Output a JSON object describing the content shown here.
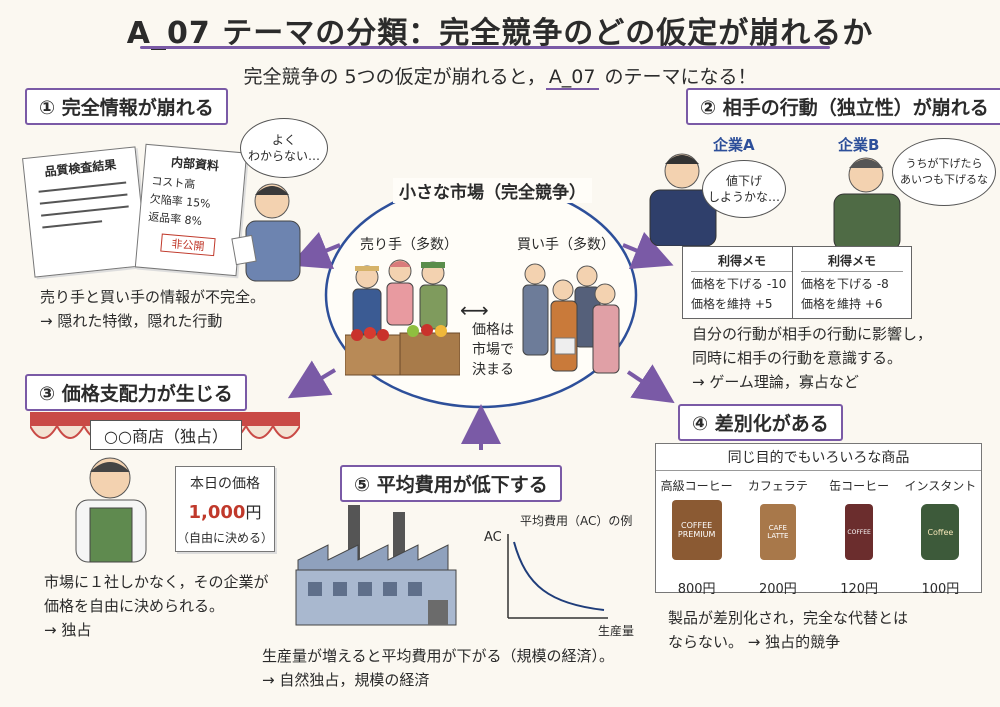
{
  "title": "A_07 テーマの分類：完全競争のどの仮定が崩れるか",
  "subtitle_pre": "完全競争の 5つの仮定が崩れると，",
  "subtitle_code": "A_07",
  "subtitle_post": " のテーマになる！",
  "center": {
    "title": "小さな市場（完全競争）",
    "sellers": "売り手（多数）",
    "buyers": "買い手（多数）",
    "arrow": "⟷",
    "note_lines": [
      "価格は",
      "市場で",
      "決まる"
    ]
  },
  "s1": {
    "title": "① 完全情報が崩れる",
    "doc1_title": "品質検査結果",
    "doc2_title": "内部資料",
    "doc2_lines": [
      "コスト高",
      "欠陥率 15%",
      "返品率 8%"
    ],
    "stamp": "非公開",
    "bubble": [
      "よく",
      "わからない…"
    ],
    "cap": [
      "売り手と買い手の情報が不完全。",
      "→ 隠れた特徴，隠れた行動"
    ]
  },
  "s2": {
    "title": "② 相手の行動（独立性）が崩れる",
    "firm_a": "企業A",
    "firm_b": "企業B",
    "bubble_a": [
      "値下げ",
      "しようかな…"
    ],
    "bubble_b": [
      "うちが下げたら",
      "あいつも下げるな"
    ],
    "memo_title": "利得メモ",
    "memo_a": [
      "価格を下げる  -10",
      "価格を維持  +5"
    ],
    "memo_b": [
      "価格を下げる  -8",
      "価格を維持  +6"
    ],
    "cap": [
      "自分の行動が相手の行動に影響し，",
      "同時に相手の行動を意識する。",
      "→ ゲーム理論，寡占など"
    ]
  },
  "s3": {
    "title": "③ 価格支配力が生じる",
    "shop_sign": "○○商店（独占）",
    "board_title": "本日の価格",
    "board_price": "1,000",
    "board_unit": "円",
    "board_note": "（自由に決める）",
    "cap": [
      "市場に１社しかなく，その企業が",
      "価格を自由に決められる。",
      "→ 独占"
    ]
  },
  "s4": {
    "title": "④ 差別化がある",
    "shelf_title": "同じ目的でもいろいろな商品",
    "products": [
      {
        "name": "高級コーヒー",
        "label": "COFFEE PREMIUM",
        "price": "800円"
      },
      {
        "name": "カフェラテ",
        "label": "CAFE LATTE",
        "price": "200円"
      },
      {
        "name": "缶コーヒー",
        "label": "COFFEE",
        "price": "120円"
      },
      {
        "name": "インスタント",
        "label": "Coffee",
        "price": "100円"
      }
    ],
    "cap": [
      "製品が差別化され，完全な代替とは",
      "ならない。 → 独占的競争"
    ]
  },
  "s5": {
    "title": "⑤ 平均費用が低下する",
    "chart_title": "平均費用（AC）の例",
    "ylabel": "AC",
    "xlabel": "生産量",
    "cap": [
      "生産量が増えると平均費用が下がる（規模の経済）。",
      "→ 自然独占，規模の経済"
    ]
  },
  "colors": {
    "accent": "#7a5aa6",
    "center_ring": "#2d4f9a",
    "arrow": "#7a5aa6"
  }
}
